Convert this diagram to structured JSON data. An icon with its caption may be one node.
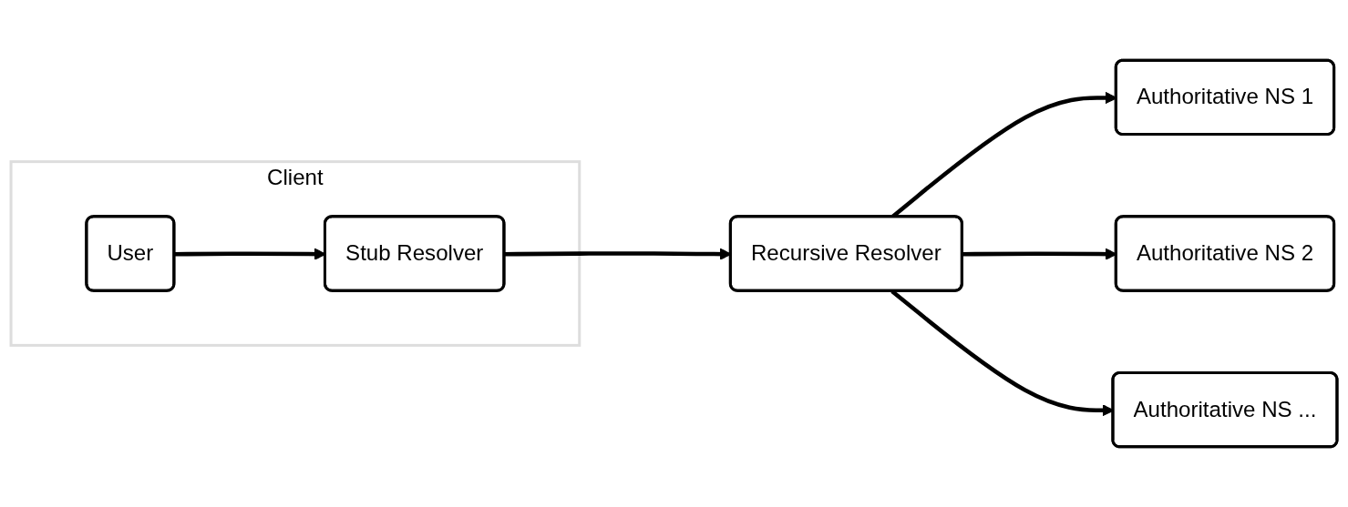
{
  "diagram": {
    "nodes": [
      {
        "text": [
          "Client"
        ]
      },
      {
        "text": [
          "User"
        ],
        "in": 0
      },
      {
        "text": [
          "Stub Resolver"
        ],
        "in": 0
      },
      {
        "text": [
          "Recursive Resolver"
        ]
      },
      {
        "text": [
          "Authoritative NS 1"
        ]
      },
      {
        "text": [
          "Authoritative NS 2"
        ]
      },
      {
        "text": [
          "Authoritative NS ..."
        ]
      }
    ],
    "edges": [
      {
        "from": 1,
        "to": 2,
        "arrow": "to"
      },
      {
        "from": 2,
        "to": 3,
        "arrow": "to"
      },
      {
        "from": 3,
        "to": 4,
        "arrow": "to"
      },
      {
        "from": 3,
        "to": 5,
        "arrow": "to"
      },
      {
        "from": 3,
        "to": 6,
        "arrow": "to"
      }
    ]
  }
}
